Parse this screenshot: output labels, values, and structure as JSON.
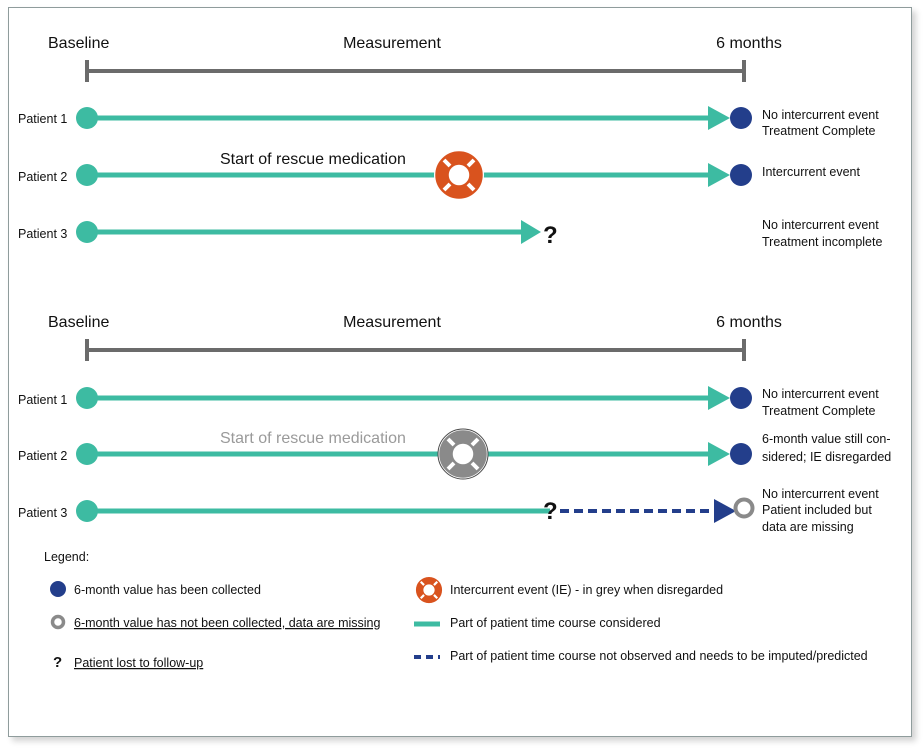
{
  "colors": {
    "teal": "#3dbba2",
    "navy": "#233e8b",
    "orange": "#d9531e",
    "grey": "#8a8a8a",
    "axis": "#6b6b6b",
    "rescue_text_active": "#111111",
    "rescue_text_disregarded": "#9a9a9a"
  },
  "panels": [
    {
      "header": {
        "baseline": "Baseline",
        "measurement": "Measurement",
        "end": "6 months"
      },
      "rescue_label": "Start of rescue medication",
      "patients": [
        {
          "name": "Patient 1",
          "notes": [
            "No intercurrent event",
            "Treatment Complete"
          ]
        },
        {
          "name": "Patient 2",
          "notes": [
            "Intercurrent event"
          ]
        },
        {
          "name": "Patient 3",
          "notes": [
            "No intercurrent event",
            "Treatment incomplete"
          ],
          "lost_mark": "?"
        }
      ]
    },
    {
      "header": {
        "baseline": "Baseline",
        "measurement": "Measurement",
        "end": "6 months"
      },
      "rescue_label": "Start of rescue medication",
      "patients": [
        {
          "name": "Patient 1",
          "notes": [
            "No intercurrent event",
            "Treatment Complete"
          ]
        },
        {
          "name": "Patient 2",
          "notes": [
            "6-month value still con-",
            "sidered; IE disregarded"
          ]
        },
        {
          "name": "Patient 3",
          "notes": [
            "No intercurrent event",
            "Patient included but",
            "data are missing"
          ],
          "lost_mark": "?"
        }
      ]
    }
  ],
  "legend": {
    "title": "Legend:",
    "collected": "6-month value has been collected",
    "missing": "6-month value has not been collected, data are missing",
    "lost_symbol": "?",
    "lost": "Patient lost to follow-up",
    "ie": "Intercurrent event (IE) - in grey when disregarded",
    "considered": "Part of patient time course considered",
    "not_observed": "Part of patient time course not observed and needs to be imputed/predicted"
  }
}
